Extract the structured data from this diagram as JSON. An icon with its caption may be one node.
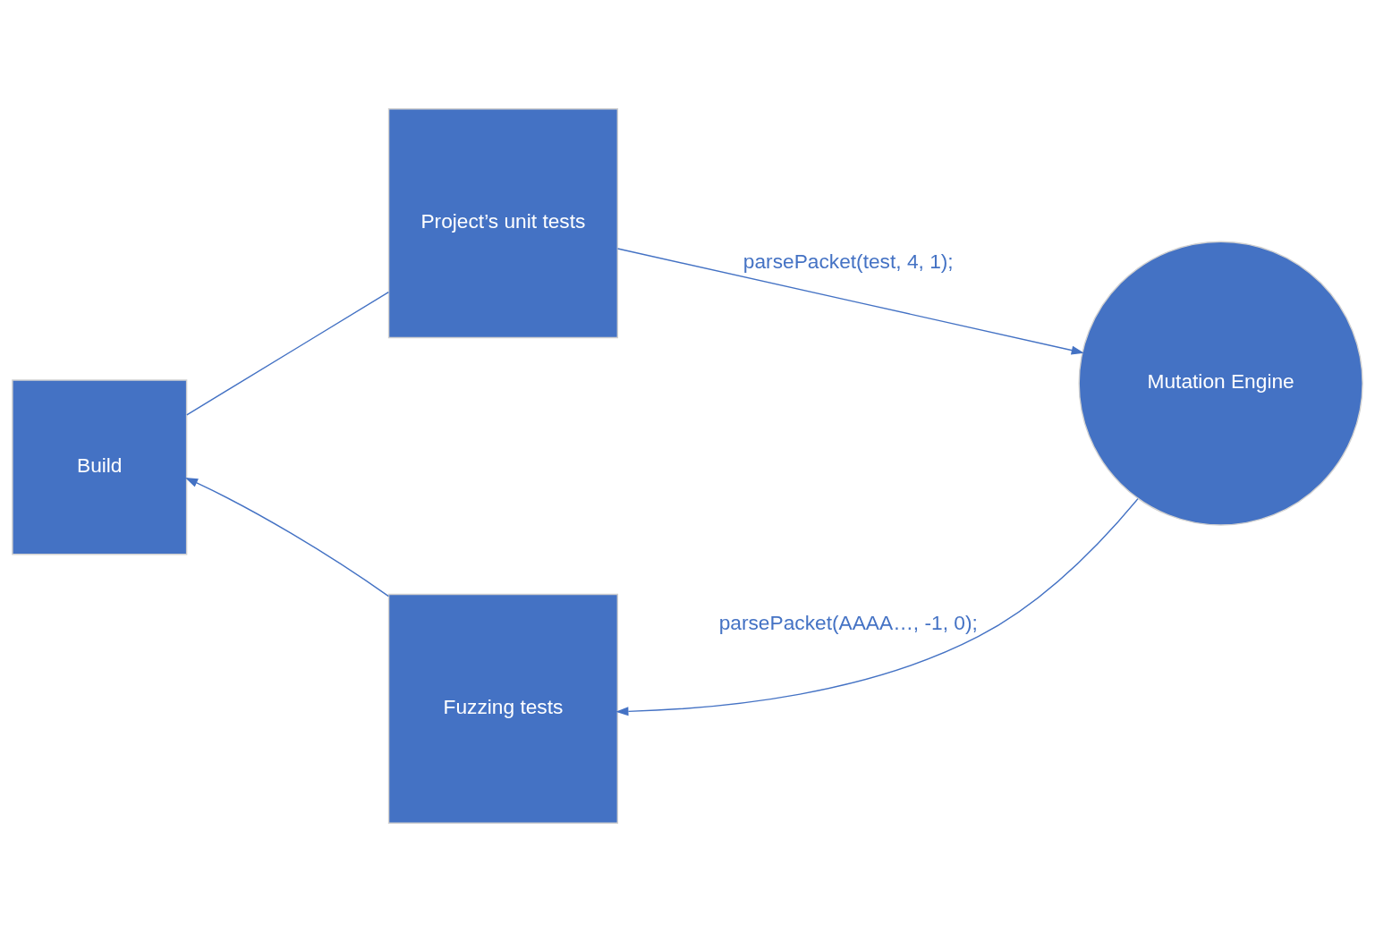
{
  "diagram": {
    "nodes": [
      {
        "text": [
          "Build"
        ]
      },
      {
        "text": [
          "Project’s unit tests"
        ]
      },
      {
        "text": [
          "Mutation Engine"
        ]
      },
      {
        "text": [
          "Fuzzing tests"
        ]
      }
    ],
    "edges": [
      {
        "from": 0,
        "to": 1,
        "arrow": "none"
      },
      {
        "from": 1,
        "to": 2,
        "arrow": "to",
        "label": "parsePacket(test, 4, 1);"
      },
      {
        "from": 2,
        "to": 3,
        "arrow": "to",
        "label": "parsePacket(AAAA…, -1, 0);"
      },
      {
        "from": 3,
        "to": 0,
        "arrow": "to"
      }
    ]
  }
}
